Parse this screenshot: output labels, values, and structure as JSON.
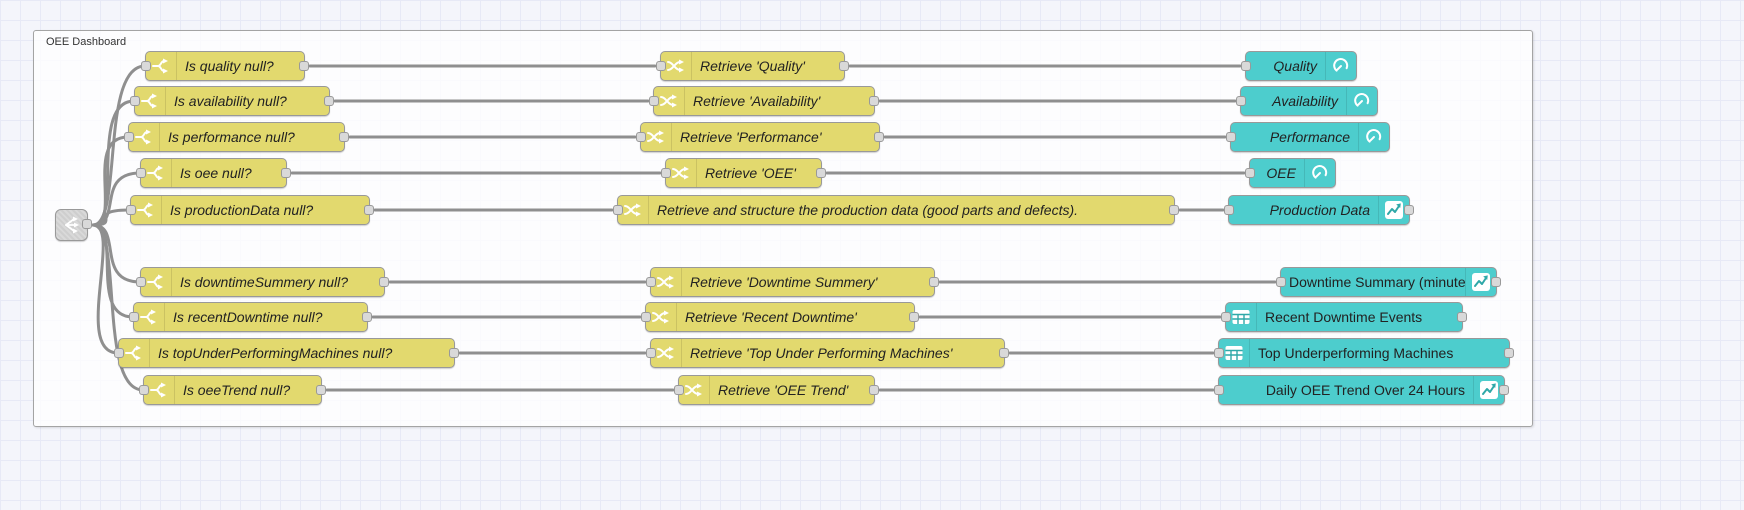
{
  "group": {
    "label": "OEE Dashboard"
  },
  "colors": {
    "function_node": "#e2d96e",
    "dashboard_node": "#4dcdcd",
    "wire": "#8f8f8f",
    "canvas_bg": "#f4f5fb",
    "grid_line": "#e7e9f6",
    "port_fill": "#d9d9d9",
    "port_border": "#999999",
    "group_border": "#a4a4a4"
  },
  "icons": {
    "junction": "fan-out-icon",
    "switch": "switch-fork-icon",
    "change": "shuffle-icon",
    "gauge": "gauge-icon",
    "chart": "chart-line-icon",
    "table": "table-icon"
  },
  "rows": [
    {
      "switch_label": "Is quality null?",
      "change_label": "Retrieve 'Quality'",
      "dash_label": "Quality",
      "dash_icon": "gauge-icon"
    },
    {
      "switch_label": "Is availability null?",
      "change_label": "Retrieve 'Availability'",
      "dash_label": "Availability",
      "dash_icon": "gauge-icon"
    },
    {
      "switch_label": "Is performance null?",
      "change_label": "Retrieve 'Performance'",
      "dash_label": "Performance",
      "dash_icon": "gauge-icon"
    },
    {
      "switch_label": "Is oee null?",
      "change_label": "Retrieve 'OEE'",
      "dash_label": "OEE",
      "dash_icon": "gauge-icon"
    },
    {
      "switch_label": "Is productionData null?",
      "change_label": "Retrieve and structure the production data (good parts and defects).",
      "dash_label": "Production Data",
      "dash_icon": "chart-line-icon"
    },
    {
      "switch_label": "Is downtimeSummery null?",
      "change_label": "Retrieve 'Downtime Summery'",
      "dash_label": "Downtime Summary (minutes)",
      "dash_icon": "chart-line-icon"
    },
    {
      "switch_label": "Is recentDowntime null?",
      "change_label": "Retrieve 'Recent Downtime'",
      "dash_label": "Recent Downtime Events",
      "dash_icon": "table-icon"
    },
    {
      "switch_label": "Is topUnderPerformingMachines null?",
      "change_label": "Retrieve 'Top Under Performing Machines'",
      "dash_label": "Top Underperforming Machines",
      "dash_icon": "table-icon"
    },
    {
      "switch_label": "Is oeeTrend null?",
      "change_label": "Retrieve 'OEE Trend'",
      "dash_label": "Daily OEE Trend Over 24 Hours",
      "dash_icon": "chart-line-icon"
    }
  ]
}
